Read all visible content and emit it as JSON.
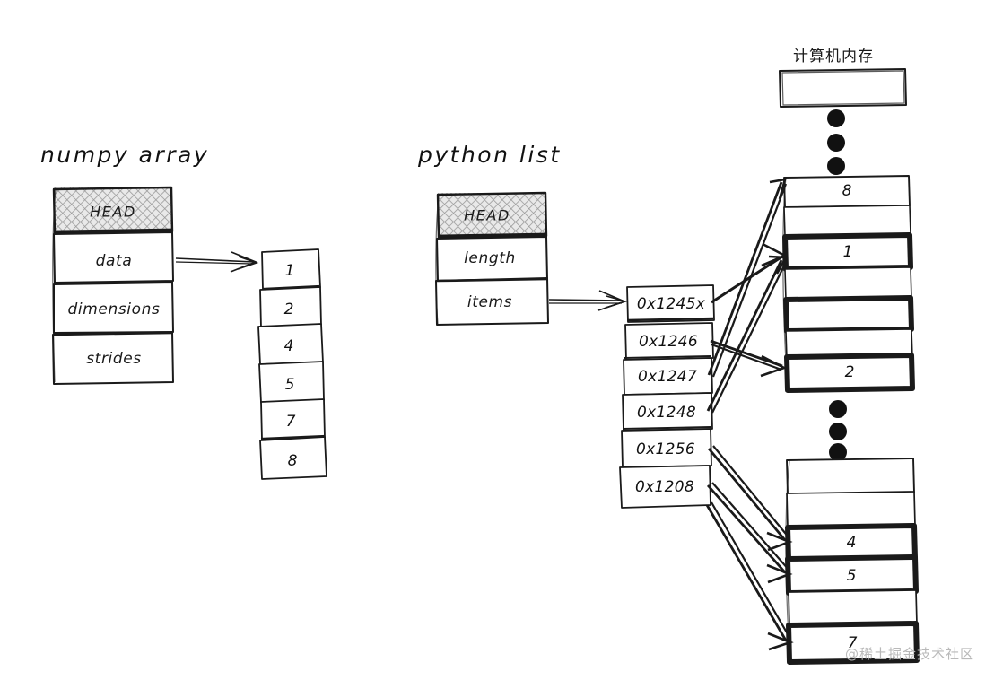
{
  "diagram": {
    "title_numpy": "numpy array",
    "title_python": "python list",
    "memory_title": "计算机内存",
    "watermark": "@稀土掘金技术社区"
  },
  "numpy_struct": {
    "fields": [
      {
        "label": "HEAD",
        "shaded": true
      },
      {
        "label": "data",
        "shaded": false
      },
      {
        "label": "dimensions",
        "shaded": false
      },
      {
        "label": "strides",
        "shaded": false
      }
    ]
  },
  "numpy_data_cells": {
    "values": [
      "1",
      "2",
      "4",
      "5",
      "7",
      "8"
    ]
  },
  "python_struct": {
    "fields": [
      {
        "label": "HEAD",
        "shaded": true
      },
      {
        "label": "length",
        "shaded": false
      },
      {
        "label": "items",
        "shaded": false
      }
    ]
  },
  "pointer_cells": {
    "values": [
      "0x1245x",
      "0x1246",
      "0x1247",
      "0x1248",
      "0x1256",
      "0x1208"
    ]
  },
  "memory_top_block": {
    "cells": [
      {
        "value": "",
        "bold": false
      }
    ]
  },
  "memory_upper_block": {
    "cells": [
      {
        "value": "8",
        "bold": false
      },
      {
        "value": "",
        "bold": false
      },
      {
        "value": "1",
        "bold": true
      },
      {
        "value": "",
        "bold": false
      },
      {
        "value": "",
        "bold": true
      },
      {
        "value": "",
        "bold": false
      },
      {
        "value": "2",
        "bold": true
      }
    ]
  },
  "memory_lower_block": {
    "cells": [
      {
        "value": "",
        "bold": false
      },
      {
        "value": "",
        "bold": false
      },
      {
        "value": "4",
        "bold": true
      },
      {
        "value": "5",
        "bold": true
      },
      {
        "value": "",
        "bold": false
      },
      {
        "value": "7",
        "bold": true
      }
    ]
  },
  "ellipsis": {
    "upper_dots": 3,
    "middle_dots": 3
  },
  "colors": {
    "stroke": "#1a1a1a",
    "shade_fill": "#d8d8d8",
    "background": "#ffffff",
    "watermark": "#b9b9b9"
  }
}
